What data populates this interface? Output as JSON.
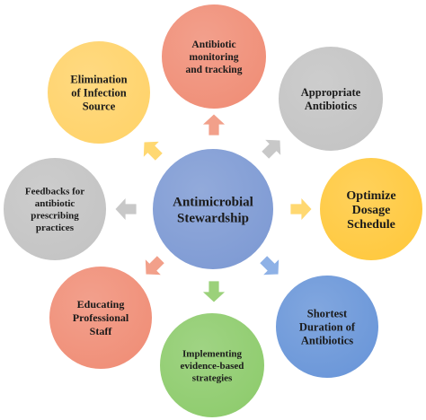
{
  "diagram": {
    "center": {
      "lines": [
        "Antimicrobial",
        "Stewardship"
      ],
      "color": "#7f9bd4"
    },
    "nodes": [
      {
        "id": "monitoring",
        "lines": [
          "Antibiotic",
          "monitoring",
          "and tracking"
        ],
        "color": "#f08f78",
        "arrow_color": "#f2a08a",
        "direction": "up"
      },
      {
        "id": "appropriate",
        "lines": [
          "Appropriate",
          "Antibiotics"
        ],
        "color": "#c4c4c4",
        "arrow_color": "#c8c8c8",
        "direction": "up-right"
      },
      {
        "id": "dosage",
        "lines": [
          "Optimize",
          "Dosage",
          "Schedule"
        ],
        "color": "#ffc93f",
        "arrow_color": "#ffd871",
        "direction": "right"
      },
      {
        "id": "duration",
        "lines": [
          "Shortest",
          "Duration of",
          "Antibiotics"
        ],
        "color": "#6b97d9",
        "arrow_color": "#8eb1e6",
        "direction": "down-right"
      },
      {
        "id": "evidence",
        "lines": [
          "Implementing",
          "evidence-based",
          "strategies"
        ],
        "color": "#8fcc6e",
        "arrow_color": "#9bd17a",
        "direction": "down"
      },
      {
        "id": "staff",
        "lines": [
          "Educating",
          "Professional",
          "Staff"
        ],
        "color": "#f08f78",
        "arrow_color": "#f2a08a",
        "direction": "down-left"
      },
      {
        "id": "feedback",
        "lines": [
          "Feedbacks for",
          "antibiotic",
          "prescribing",
          "practices"
        ],
        "color": "#c4c4c4",
        "arrow_color": "#c8c8c8",
        "direction": "left"
      },
      {
        "id": "elimination",
        "lines": [
          "Elimination",
          "of Infection",
          "Source"
        ],
        "color": "#ffd36b",
        "arrow_color": "#ffd871",
        "direction": "up-left"
      }
    ],
    "outline_color": "#ffffff"
  }
}
